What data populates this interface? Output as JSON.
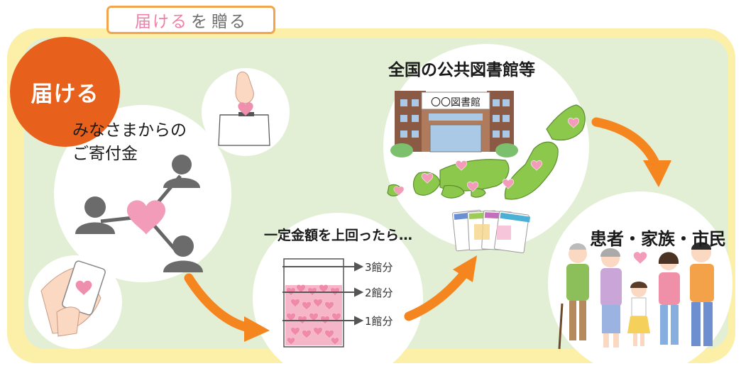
{
  "header": {
    "tab_word_1": "届ける",
    "tab_word_2": "を",
    "tab_word_3": "贈る"
  },
  "badge": {
    "label": "届ける"
  },
  "donors": {
    "line1": "みなさまからの",
    "line2": "ご寄付金"
  },
  "threshold": {
    "label": "一定金額を上回ったら…",
    "tiers": [
      "3館分",
      "2館分",
      "1館分"
    ]
  },
  "libraries": {
    "title": "全国の公共図書館等",
    "building_sign": "〇〇図書館"
  },
  "recipients": {
    "title": "患者・家族・市民"
  },
  "colors": {
    "frame": "#fcefa8",
    "panel": "#e2efd5",
    "accent_orange": "#e8611c",
    "arrow_orange": "#f5861f",
    "heart_pink": "#f29cb9",
    "tab_border": "#f2a54a"
  }
}
